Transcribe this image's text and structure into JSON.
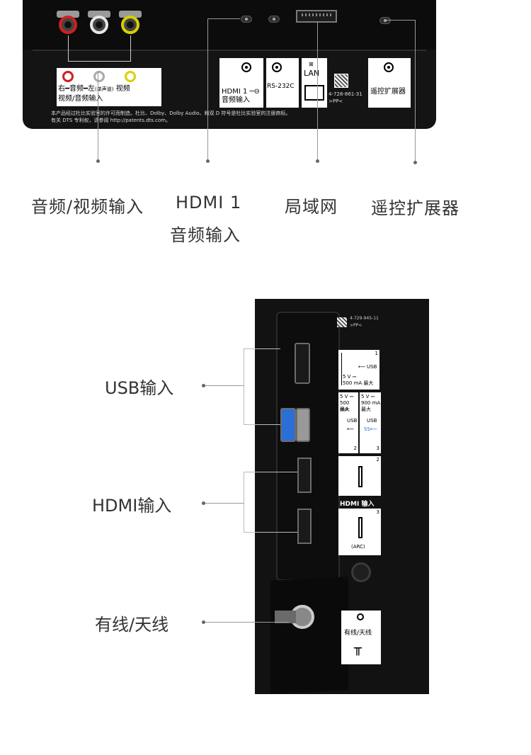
{
  "top_panel": {
    "av_label_1": "右━音频━左",
    "av_label_1_small": "(单声道)",
    "av_label_1_video": "视频",
    "av_label_2": "视频/音频输入",
    "hdmi_label_1": "HDMI 1 ─⊖",
    "hdmi_label_2": "音频输入",
    "rs232": "RS-232C",
    "lan": "LAN",
    "model_code": "4-728-861-31",
    "pp_mark": ">PP<",
    "remote_ext": "遥控扩展器",
    "notice_1": "本产品经过杜比实验室的许可而制造。杜比、Dolby、Dolby Audio、和双 D 符号是杜比实验室的注册商标。",
    "notice_2": "有关 DTS 专利权，请参阅 http://patents.dts.com。"
  },
  "top_captions": {
    "av_input": "音频/视频输入",
    "hdmi1_line1": "HDMI 1",
    "hdmi1_line2": "音频输入",
    "lan": "局域网",
    "remote_ext": "遥控扩展器"
  },
  "side_captions": {
    "usb": "USB输入",
    "hdmi": "HDMI输入",
    "antenna": "有线/天线"
  },
  "side_panel": {
    "model_code": "4-729-945-11",
    "pp_mark": ">PP<",
    "usb1_num": "1",
    "usb1_rating_1": "5 V ⎓",
    "usb1_rating_2": "500 mA 最大",
    "usb1_tag": "USB",
    "usb2_rating_1": "5 V ⎓",
    "usb2_rating_2": "500 mA",
    "usb2_rating_3": "最大",
    "usb2_tag": "USB",
    "usb2_num": "2",
    "usb3_rating_1": "5 V ⎓",
    "usb3_rating_2": "900 mA",
    "usb3_rating_3": "最大",
    "usb3_tag": "USB",
    "usb3_num": "3",
    "hdmi2_num": "2",
    "hdmi_section": "HDMI 输入",
    "hdmi3_num": "3",
    "hdmi3_arc": "(ARC)",
    "antenna_label": "有线/天线",
    "antenna_symbol": "╥"
  },
  "colors": {
    "panel": "#141414",
    "rca_red": "#d0201e",
    "rca_white": "#e6e6e6",
    "rca_yellow": "#d9d000",
    "usb3_blue": "#2b6fd6",
    "caption": "#333333"
  }
}
